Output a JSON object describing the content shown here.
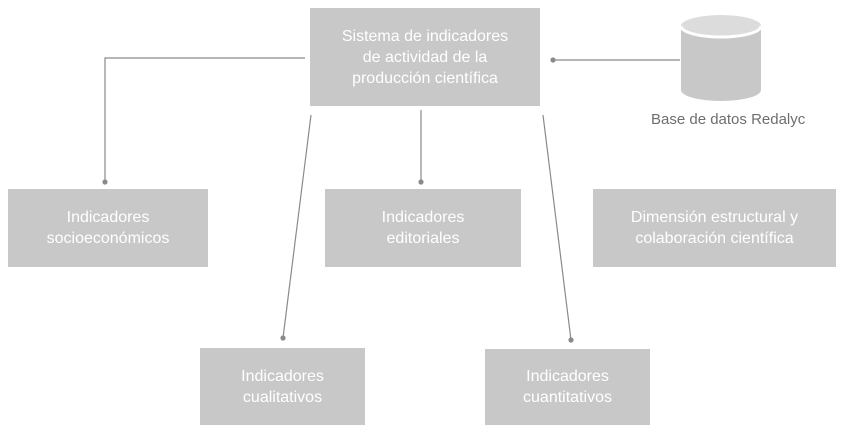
{
  "diagram": {
    "central": {
      "label": "Sistema de indicadores\nde actividad de la\nproducción científica"
    },
    "database": {
      "label": "Base de datos Redalyc",
      "icon": "database-icon"
    },
    "boxes": [
      {
        "id": "socioeconomicos",
        "label": "Indicadores\nsocioeconómicos"
      },
      {
        "id": "editoriales",
        "label": "Indicadores\neditoriales"
      },
      {
        "id": "dimension",
        "label": "Dimensión estructural y\ncolaboración científica"
      },
      {
        "id": "cualitativos",
        "label": "Indicadores\ncualitativos"
      },
      {
        "id": "cuantitativos",
        "label": "Indicadores\ncuantitativos"
      }
    ],
    "colors": {
      "box_fill": "#c8c8c8",
      "box_text": "#ffffff",
      "line": "#8a8a8a",
      "label_text": "#6e6e6e"
    }
  }
}
